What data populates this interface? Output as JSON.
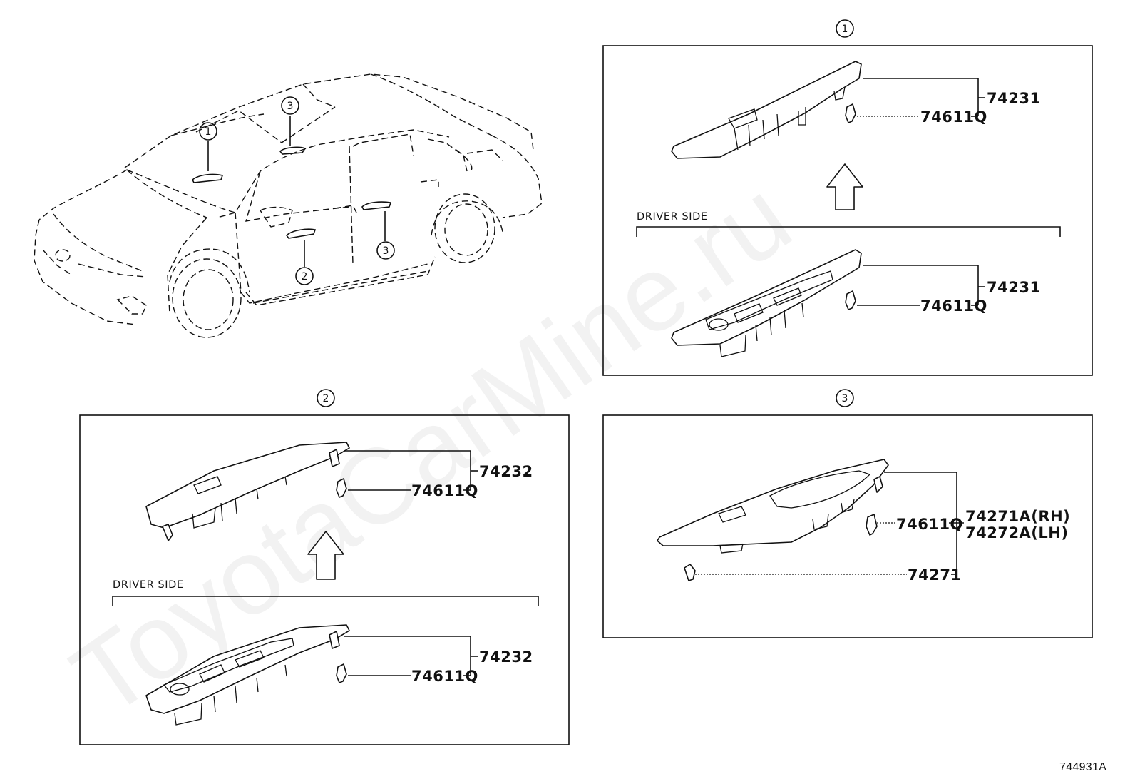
{
  "watermark": "ToyotaCarMine.ru",
  "diagram_id": "744931A",
  "car_callouts": [
    "1",
    "2",
    "3"
  ],
  "sections": {
    "one": {
      "badge": "1",
      "upper": {
        "assembly_part": "74231",
        "clip_part": "74611Q"
      },
      "driver_side_label": "DRIVER SIDE",
      "lower": {
        "assembly_part": "74231",
        "clip_part": "74611Q"
      }
    },
    "two": {
      "badge": "2",
      "upper": {
        "assembly_part": "74232",
        "clip_part": "74611Q"
      },
      "driver_side_label": "DRIVER SIDE",
      "lower": {
        "assembly_part": "74232",
        "clip_part": "74611Q"
      }
    },
    "three": {
      "badge": "3",
      "clip_part": "74611Q",
      "assembly_rh": "74271A(RH)",
      "assembly_lh": "74272A(LH)",
      "screw_part": "74271"
    }
  }
}
